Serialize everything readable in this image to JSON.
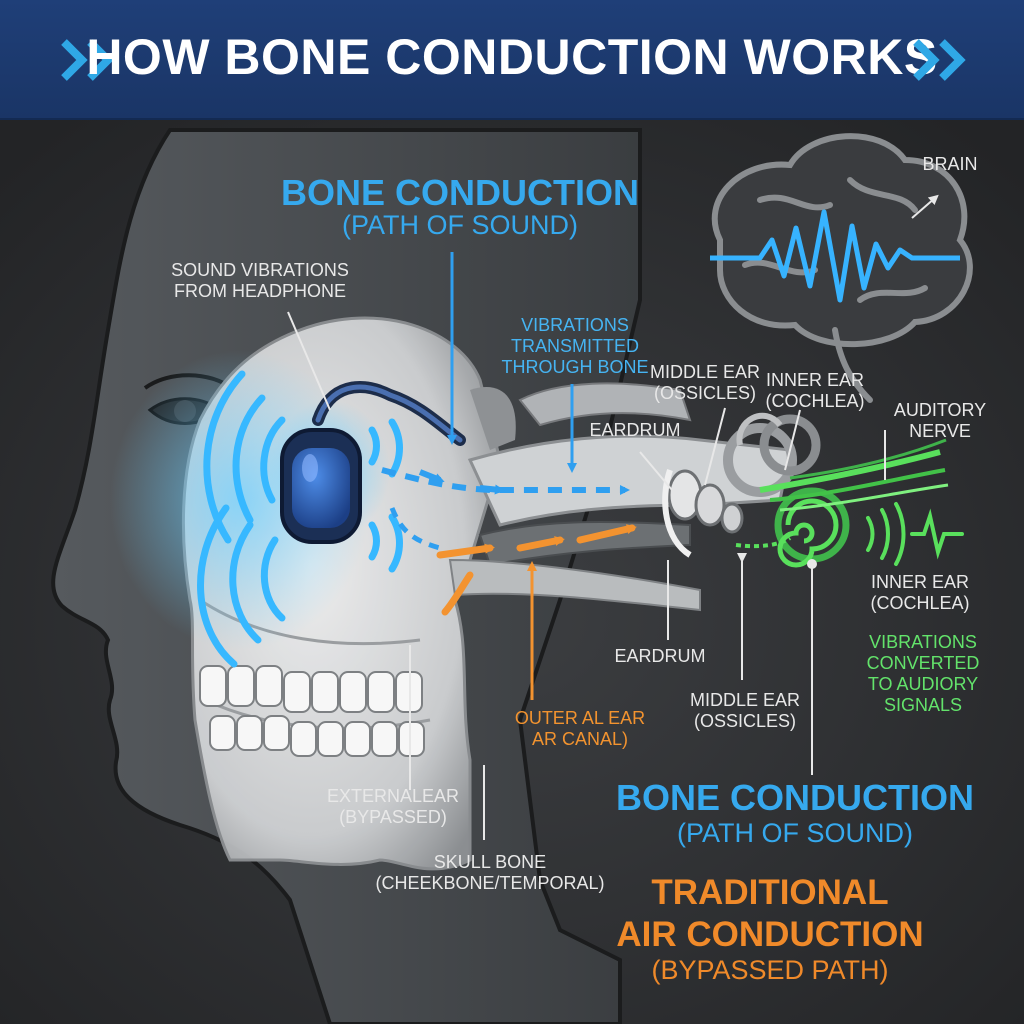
{
  "header": {
    "title": "HOW BONE CONDUCTION WORKS",
    "accent_color": "#2fa8e6"
  },
  "labels": {
    "brain": "BRAIN",
    "bone_conduction_title": "BONE CONDUCTION",
    "bone_conduction_subtitle": "(PATH OF SOUND)",
    "sound_vibrations": [
      "SOUND VIBRATIONS",
      "FROM HEADPHONE"
    ],
    "vibrations_transmitted": [
      "VIBRATIONS",
      "TRANSMITTED",
      "THROUGH BONE"
    ],
    "middle_ear_top": [
      "MIDDLE EAR",
      "(OSSICLES)"
    ],
    "inner_ear_top": [
      "INNER EAR",
      "(COCHLEA)"
    ],
    "auditory_nerve": [
      "AUDITORY",
      "NERVE"
    ],
    "eardrum_top": "EARDRUM",
    "inner_ear_right": [
      "INNER EAR",
      "(COCHLEA)"
    ],
    "vibrations_converted": [
      "VIBRATIONS",
      "CONVERTED",
      "TO AUDIORY",
      "SIGNALS"
    ],
    "eardrum_bottom": "EARDRUM",
    "middle_ear_bottom": [
      "MIDDLE EAR",
      "(OSSICLES)"
    ],
    "outer_ear": [
      "OUTER AL EAR",
      "AR CANAL)"
    ],
    "external_ear": [
      "EXTERNALEAR",
      "(BYPASSED)"
    ],
    "skull_bone": [
      "SKULL BONE",
      "(CHEEKBONE/TEMPORAL)"
    ],
    "bone_conduction_title_2": "BONE CONDUCTION",
    "bone_conduction_subtitle_2": "(PATH OF SOUND)",
    "traditional_title": [
      "TRADITIONAL",
      "AIR CONDUCTION"
    ],
    "traditional_subtitle": "(BYPASSED PATH)"
  },
  "colors": {
    "bone_path": "#2f9ff0",
    "air_path": "#f39330",
    "nerve": "#59e05c",
    "headphone": "#2f63c4",
    "label_text": "#e8e8e8"
  }
}
